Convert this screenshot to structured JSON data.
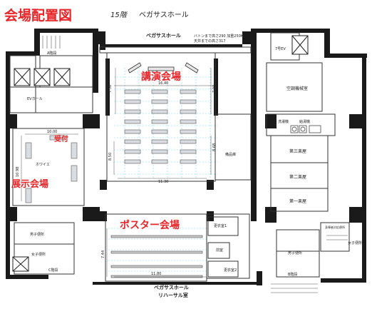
{
  "header": {
    "title": "会場配置図",
    "floor": "15階",
    "hall": "ベガサスホール"
  },
  "labels": {
    "hall_top": "ベガサスホール",
    "batten_1": "バトンまで高さ290 加重250K",
    "batten_2": "天井までの高さ317",
    "elevator_7": "7号EV",
    "elevator_a": "A階段",
    "ev_hall": "EVホール",
    "machine_room": "空調機械室",
    "lecture": "講演会場",
    "reception": "受付",
    "foyer": "ホワイエ",
    "exhibition": "展示会場",
    "storage": "備品庫",
    "laundry": "洗濯機",
    "water": "給湯機",
    "room3": "第三楽屋",
    "room2": "第二楽屋",
    "room1": "第一楽屋",
    "poster": "ポスター会場",
    "greenroom1": "更衣室1",
    "greenroom2": "更衣室2",
    "front_room": "前室",
    "mens_left": "男子便所",
    "womens_left": "女子便所",
    "mens_right": "男子便所",
    "womens_right": "女子便所",
    "stairs_b": "B階段",
    "stairs_c": "C階段",
    "handicap": "身障者対応便所",
    "rehearsal_1": "ベガサスホール",
    "rehearsal_2": "リハーサル室"
  },
  "dimensions": {
    "d1640": "16.40",
    "d756": "7.56",
    "d700": "7.00",
    "d850": "8.50",
    "d868": "8.68",
    "d1130": "11.30",
    "d1098": "10.98",
    "d1000": "10.00",
    "d744": "7.44",
    "d1180": "11.80"
  },
  "colors": {
    "title": "#e8262a",
    "wall": "#1a1a1a",
    "grid": "#7fd8e8",
    "desk": "#d9dde2"
  }
}
